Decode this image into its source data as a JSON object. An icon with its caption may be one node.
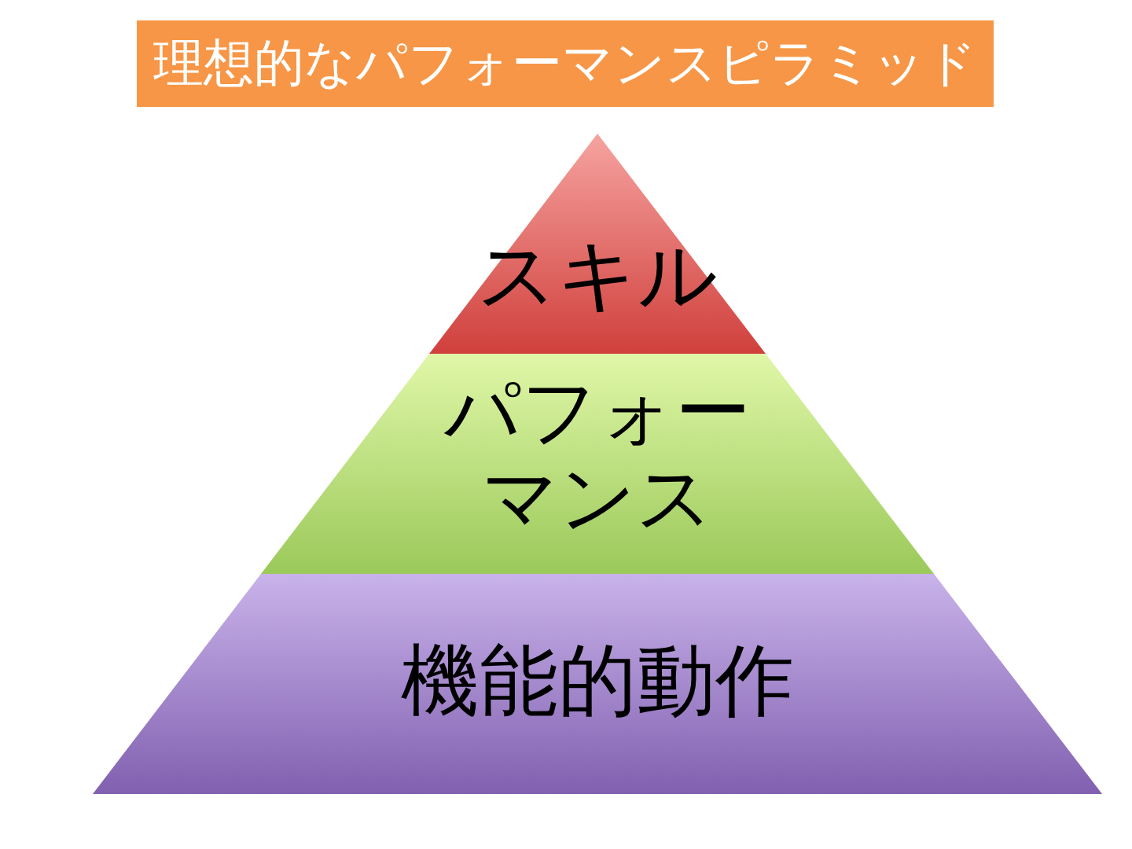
{
  "diagram": {
    "title": "理想的なパフォーマンスピラミッド",
    "nodes": [
      {
        "text": [
          "スキル"
        ]
      },
      {
        "text": [
          "パフォーマンス"
        ]
      },
      {
        "text": [
          "機能的動作"
        ]
      }
    ]
  }
}
